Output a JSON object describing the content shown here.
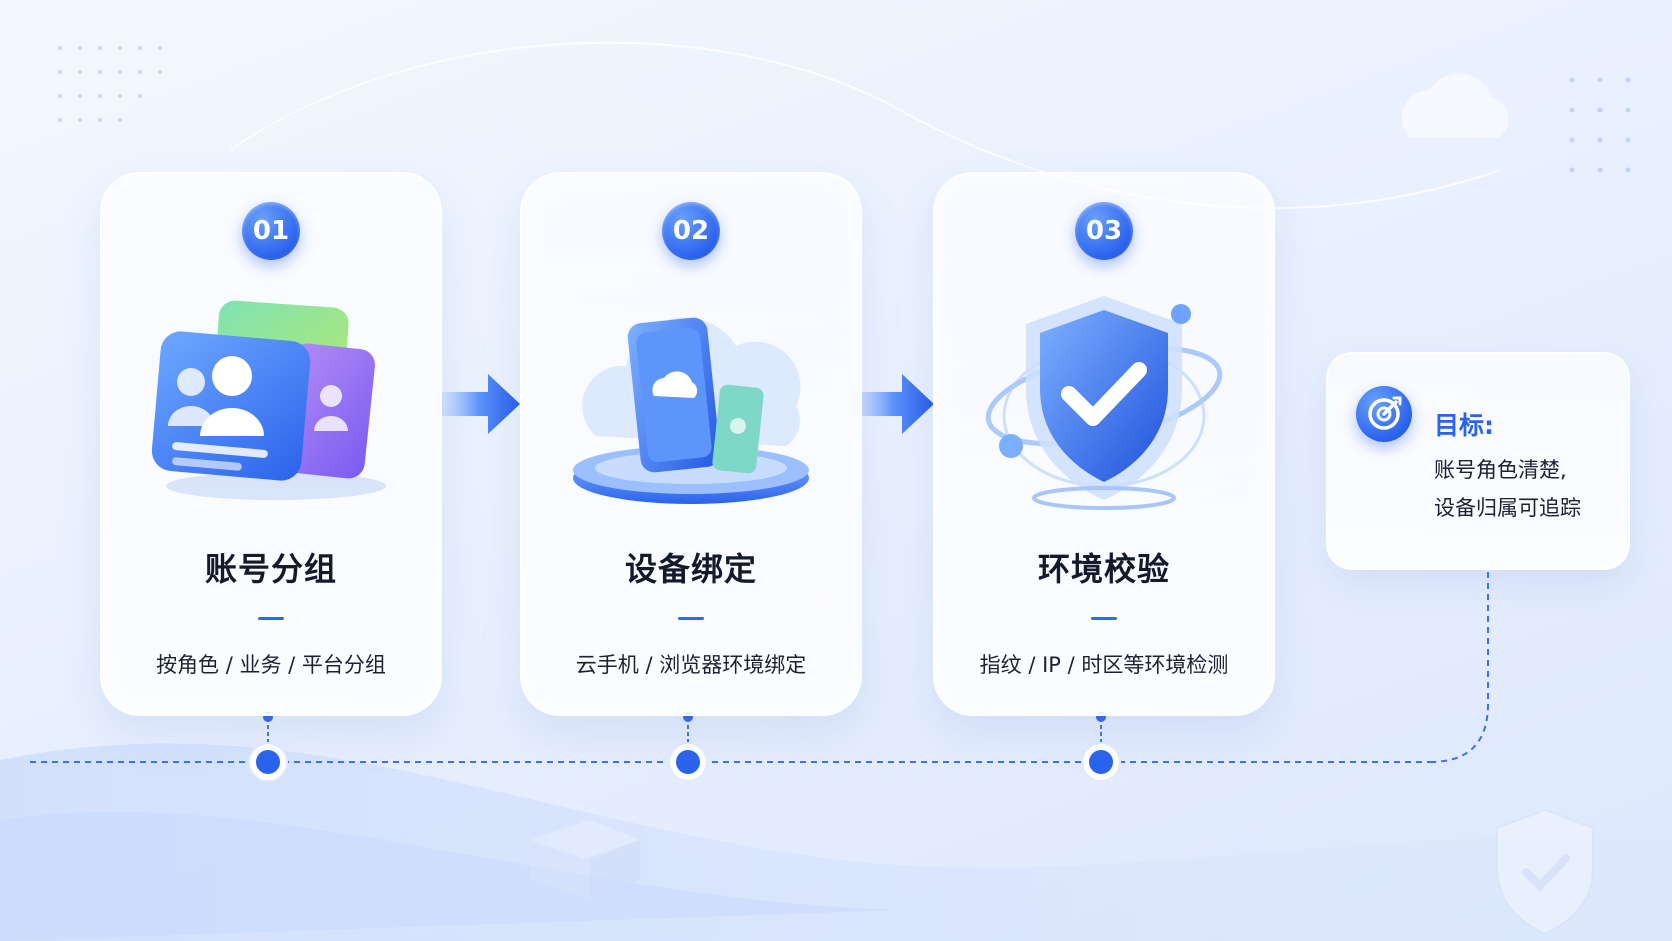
{
  "colors": {
    "accent": "#2a63ec",
    "title_text": "#141a2b",
    "body_text": "#1c2233",
    "timeline": "#3a72ee"
  },
  "steps": [
    {
      "number": "01",
      "title": "账号分组",
      "description": "按角色 / 业务 / 平台分组",
      "icon": "account-cards-icon"
    },
    {
      "number": "02",
      "title": "设备绑定",
      "description": "云手机 / 浏览器环境绑定",
      "icon": "cloud-phone-icon"
    },
    {
      "number": "03",
      "title": "环境校验",
      "description": "指纹 / IP / 时区等环境检测",
      "icon": "shield-check-icon"
    }
  ],
  "goal": {
    "label": "目标:",
    "lines": [
      "账号角色清楚,",
      "设备归属可追踪"
    ],
    "icon": "target-icon"
  }
}
